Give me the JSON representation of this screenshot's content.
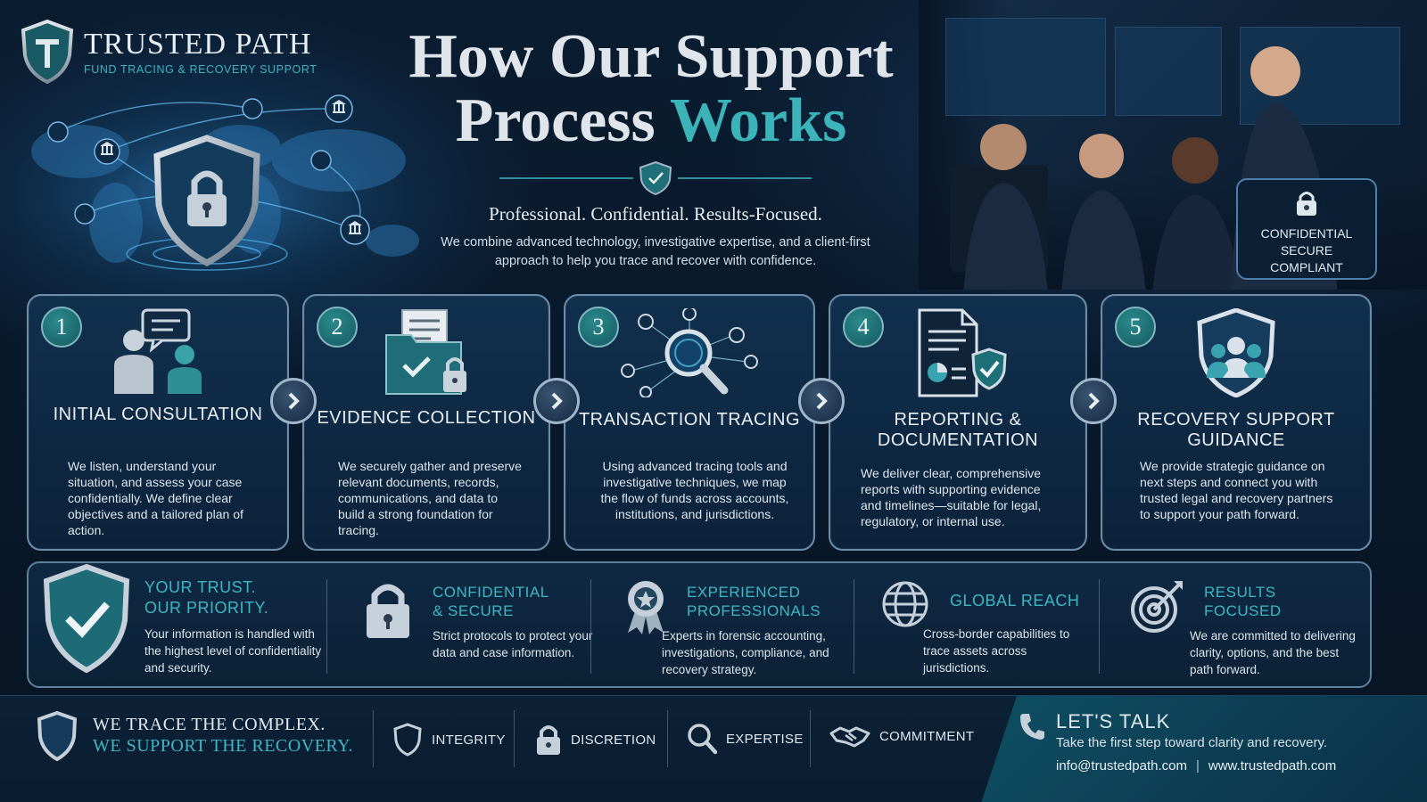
{
  "brand": {
    "name": "TRUSTED PATH",
    "tagline": "FUND TRACING & RECOVERY SUPPORT"
  },
  "header": {
    "title_line1": "How Our Support",
    "title_line2_a": "Process ",
    "title_line2_b": "Works",
    "subtitle": "Professional. Confidential. Results-Focused.",
    "intro": "We combine advanced technology, investigative expertise, and a client-first approach to help you trace and recover with confidence."
  },
  "badge": {
    "line1": "CONFIDENTIAL",
    "line2": "SECURE",
    "line3": "COMPLIANT"
  },
  "steps": [
    {
      "num": "1",
      "icon": "consultation-icon",
      "title": "INITIAL CONSULTATION",
      "desc": "We listen, understand your situation, and assess your case confidentially. We define clear objectives and a tailored plan of action."
    },
    {
      "num": "2",
      "icon": "evidence-folder-icon",
      "title": "EVIDENCE COLLECTION",
      "desc": "We securely gather and preserve relevant documents, records, communications, and data to build a strong foundation for tracing."
    },
    {
      "num": "3",
      "icon": "magnifier-network-icon",
      "title": "TRANSACTION TRACING",
      "desc": "Using advanced tracing tools and investigative techniques, we map the flow of funds across accounts, institutions, and jurisdictions."
    },
    {
      "num": "4",
      "icon": "report-document-icon",
      "title": "REPORTING & DOCUMENTATION",
      "desc": "We deliver clear, comprehensive reports with supporting evidence and timelines—suitable for legal, regulatory, or internal use."
    },
    {
      "num": "5",
      "icon": "shield-people-icon",
      "title": "RECOVERY SUPPORT GUIDANCE",
      "desc": "We provide strategic guidance on next steps and connect you with trusted legal and recovery partners to support your path forward."
    }
  ],
  "features": {
    "trust": {
      "title_l1": "YOUR TRUST.",
      "title_l2": "OUR PRIORITY.",
      "desc": "Your information is handled with the highest level of confidentiality and security."
    },
    "items": [
      {
        "icon": "padlock-icon",
        "title_l1": "CONFIDENTIAL",
        "title_l2": "& SECURE",
        "desc": "Strict protocols to protect your data and case information."
      },
      {
        "icon": "award-badge-icon",
        "title_l1": "EXPERIENCED",
        "title_l2": "PROFESSIONALS",
        "desc": "Experts in forensic accounting, investigations, compliance, and recovery strategy."
      },
      {
        "icon": "globe-icon",
        "title_l1": "GLOBAL REACH",
        "title_l2": "",
        "desc": "Cross-border capabilities to trace assets across jurisdictions."
      },
      {
        "icon": "target-icon",
        "title_l1": "RESULTS",
        "title_l2": "FOCUSED",
        "desc": "We are committed to delivering clarity, options, and the best path forward."
      }
    ]
  },
  "footer": {
    "motto_l1": "WE TRACE THE COMPLEX.",
    "motto_l2": "WE SUPPORT THE RECOVERY.",
    "values": [
      "INTEGRITY",
      "DISCRETION",
      "EXPERTISE",
      "COMMITMENT"
    ],
    "talk_title": "LET'S TALK",
    "talk_sub": "Take the first step toward clarity and recovery.",
    "email": "info@trustedpath.com",
    "separator": "|",
    "website": "www.trustedpath.com"
  },
  "colors": {
    "accent_teal": "#3fb6c4",
    "background": "#081526",
    "card_border": "#6d8ca8"
  }
}
